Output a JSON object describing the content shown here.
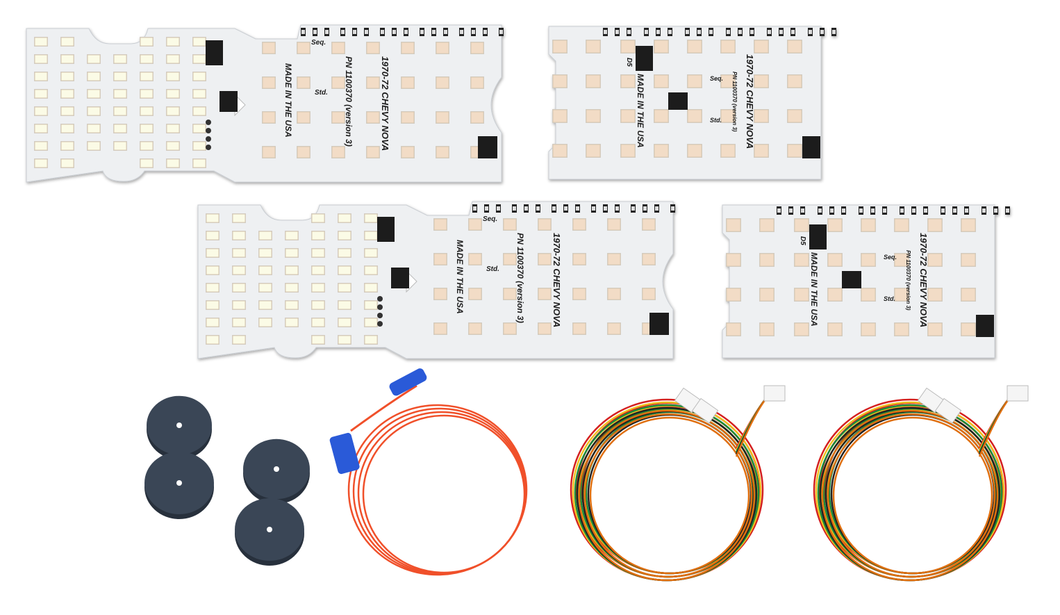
{
  "boards": [
    {
      "kind": "large",
      "model": "1970-72 CHEVY NOVA",
      "part": "PN 1100370 (version 3)",
      "origin": "MADE IN THE USA",
      "seq": "Seq.",
      "std": "Std."
    },
    {
      "kind": "small",
      "model": "1970-72 CHEVY NOVA",
      "part": "PN 1100370 (version 3)",
      "origin": "MADE IN THE USA",
      "seq": "Seq.",
      "std": "Std.",
      "diode": "D5"
    },
    {
      "kind": "large",
      "model": "1970-72 CHEVY NOVA",
      "part": "PN 1100370 (version 3)",
      "origin": "MADE IN THE USA",
      "seq": "Seq.",
      "std": "Std."
    },
    {
      "kind": "small",
      "model": "1970-72 CHEVY NOVA",
      "part": "PN 1100370 (version 3)",
      "origin": "MADE IN THE USA",
      "seq": "Seq.",
      "std": "Std.",
      "diode": "D5"
    }
  ],
  "colors": {
    "pcb": "#eef0f2",
    "white_led": "#fbfbe6",
    "amber_led": "#f2dcc6",
    "grommet": "#3a4656",
    "orange_wire": "#f0502a",
    "blue_connector": "#2a5ad8",
    "harness": [
      "#d42020",
      "#f0c020",
      "#1a8a3a",
      "#222222",
      "#e07010"
    ]
  }
}
